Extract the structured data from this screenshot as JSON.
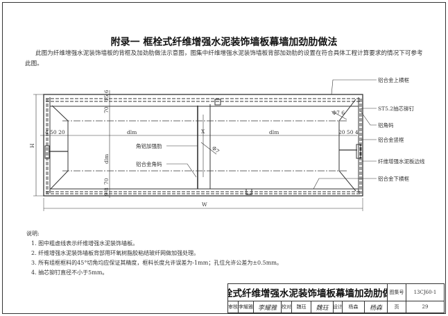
{
  "page": {
    "title": "附录一  框栓式纤维增强水泥装饰墙板幕墙加劲肋做法",
    "intro": "此图为纤维增强水泥装饰墙板的背框及加劲肋做法示意图，图集中纤维增强水泥装饰墙板背部加劲肋的设置在符合具体工程计算要求的情况下可参考此图。"
  },
  "drawing": {
    "labels_right": [
      "铝合金上横框",
      "ST5.2抽芯铆钉",
      "铝角码",
      "铝合金竖框",
      "纤维增强水泥板边线",
      "铝合金下横框"
    ],
    "labels_inner": [
      "角铝加强肋",
      "铝合金角码"
    ],
    "dims": {
      "left_h": "4 50 20",
      "right_h": "20 50 4",
      "dlm": "dlm",
      "x": "X",
      "phi7": "Φ7",
      "phi7_6": "Φ7 6",
      "top_v": "15 6",
      "v70": "70",
      "bottom_v": "9 8",
      "w": "W",
      "h": "H"
    }
  },
  "notes": {
    "heading": "说明:",
    "items": [
      "1. 图中粗虚线表示纤维增强水泥装饰墙板。",
      "2. 纤维增强水泥装饰墙板背部用环氧树脂胶粘结玻纤网做加强处理。",
      "3. 所有组框框料的45°切角均应保证其精度，框料长度允许误差为-1mm；孔位允许公差为±0.5mm。",
      "4. 抽芯铆钉直径不小于5mm。"
    ]
  },
  "title_block": {
    "title": "框栓式纤维增强水泥装饰墙板幕墙加劲肋做法",
    "atlas_label": "图集号",
    "atlas_no": "13CJ60-1",
    "review_label": "审核",
    "reviewer": "李耀雅",
    "reviewer_sig": "李耀雅",
    "check_label": "校对",
    "checker": "魏珏",
    "checker_sig": "魏珏",
    "design_label": "设计",
    "designer": "杨森",
    "designer_sig": "杨森",
    "page_label": "页",
    "page_no": "29"
  }
}
